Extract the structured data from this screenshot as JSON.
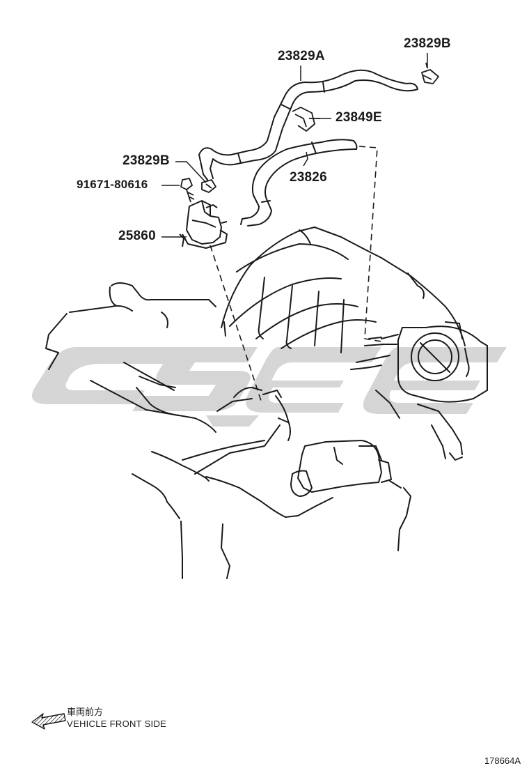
{
  "labels": {
    "hose_a": "23829A",
    "clip_b_top": "23829B",
    "clamp_e": "23849E",
    "clip_b_left": "23829B",
    "bolt": "91671-80616",
    "hose": "23826",
    "valve": "25860"
  },
  "legend": {
    "direction_jp": "車両前方",
    "direction_en": "VEHICLE FRONT SIDE"
  },
  "figure_number": "178664A",
  "colors": {
    "line": "#1a1a1a",
    "watermark": "#d4d4d4"
  },
  "icons": {
    "arrow": "hatched-arrow-left-icon"
  }
}
